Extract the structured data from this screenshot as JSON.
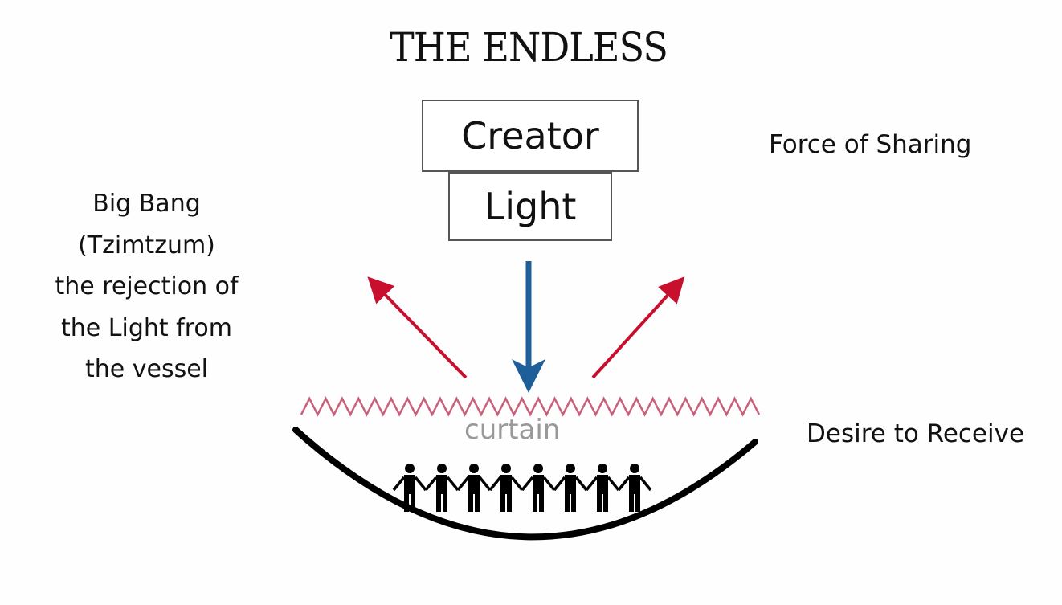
{
  "title": "THE ENDLESS",
  "creator_label": "Creator",
  "light_label": "Light",
  "left_text": {
    "lines": [
      "Big Bang",
      "(Tzimtzum)",
      "the rejection of",
      "the Light from",
      "the vessel"
    ]
  },
  "force_label": "Force of Sharing",
  "desire_label": "Desire to Receive",
  "curtain_label": "curtain",
  "people_count": 8,
  "colors": {
    "red_arrow": "#c8102e",
    "blue_arrow": "#1f5f99",
    "curtain_wave": "#c9607a",
    "vessel": "#000000"
  }
}
